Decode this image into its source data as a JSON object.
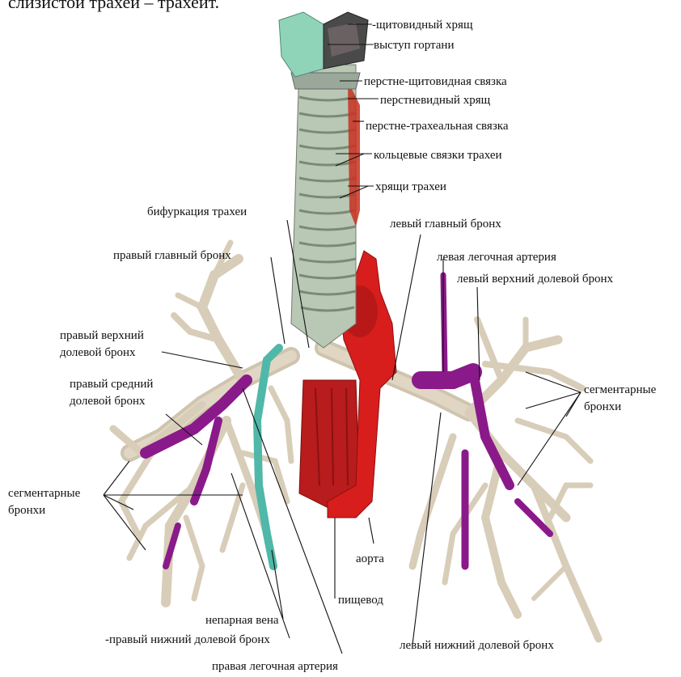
{
  "header_fragment": "слизистой трахеи – трахеит.",
  "labels": {
    "thyroid_cartilage": "-щитовидный хрящ",
    "laryngeal_prominence": "выступ гортани",
    "cricothyroid_ligament": "перстне-щитовидная связка",
    "cricoid_cartilage": "перстневидный хрящ",
    "cricotracheal_ligament": "перстне-трахеальная связка",
    "annular_ligaments": "кольцевые связки трахеи",
    "tracheal_cartilages": "хрящи трахеи",
    "tracheal_bifurcation": "бифуркация трахеи",
    "left_main_bronchus": "левый главный бронх",
    "right_main_bronchus": "правый главный бронх",
    "left_pulmonary_artery": "левая легочная артерия",
    "left_upper_lobar_bronchus": "левый верхний долевой бронх",
    "right_upper_lobar_bronchus_1": "правый верхний",
    "right_upper_lobar_bronchus_2": "долевой бронх",
    "right_middle_lobar_bronchus_1": "правый средний",
    "right_middle_lobar_bronchus_2": "долевой бронх",
    "segmental_bronchi_right_1": "сегментарные",
    "segmental_bronchi_right_2": "бронхи",
    "segmental_bronchi_left_1": "сегментарные",
    "segmental_bronchi_left_2": "бронхи",
    "aorta": "аорта",
    "esophagus": "пищевод",
    "azygos_vein": "непарная вена",
    "right_lower_lobar_bronchus": "-правый нижний долевой бронх",
    "left_lower_lobar_bronchus": "левый нижний долевой бронх",
    "right_pulmonary_artery": "правая легочная артерия"
  },
  "colors": {
    "cartilage_green": "#8fd3b8",
    "thyroid_dark": "#4a4a4a",
    "bronchus": "#d8cdb8",
    "trachea": "#b8c8b4",
    "artery_purple": "#8a1a8a",
    "vein_teal": "#4fb8a8",
    "aorta_red": "#c81818",
    "esophagus_red": "#b81c1c"
  }
}
